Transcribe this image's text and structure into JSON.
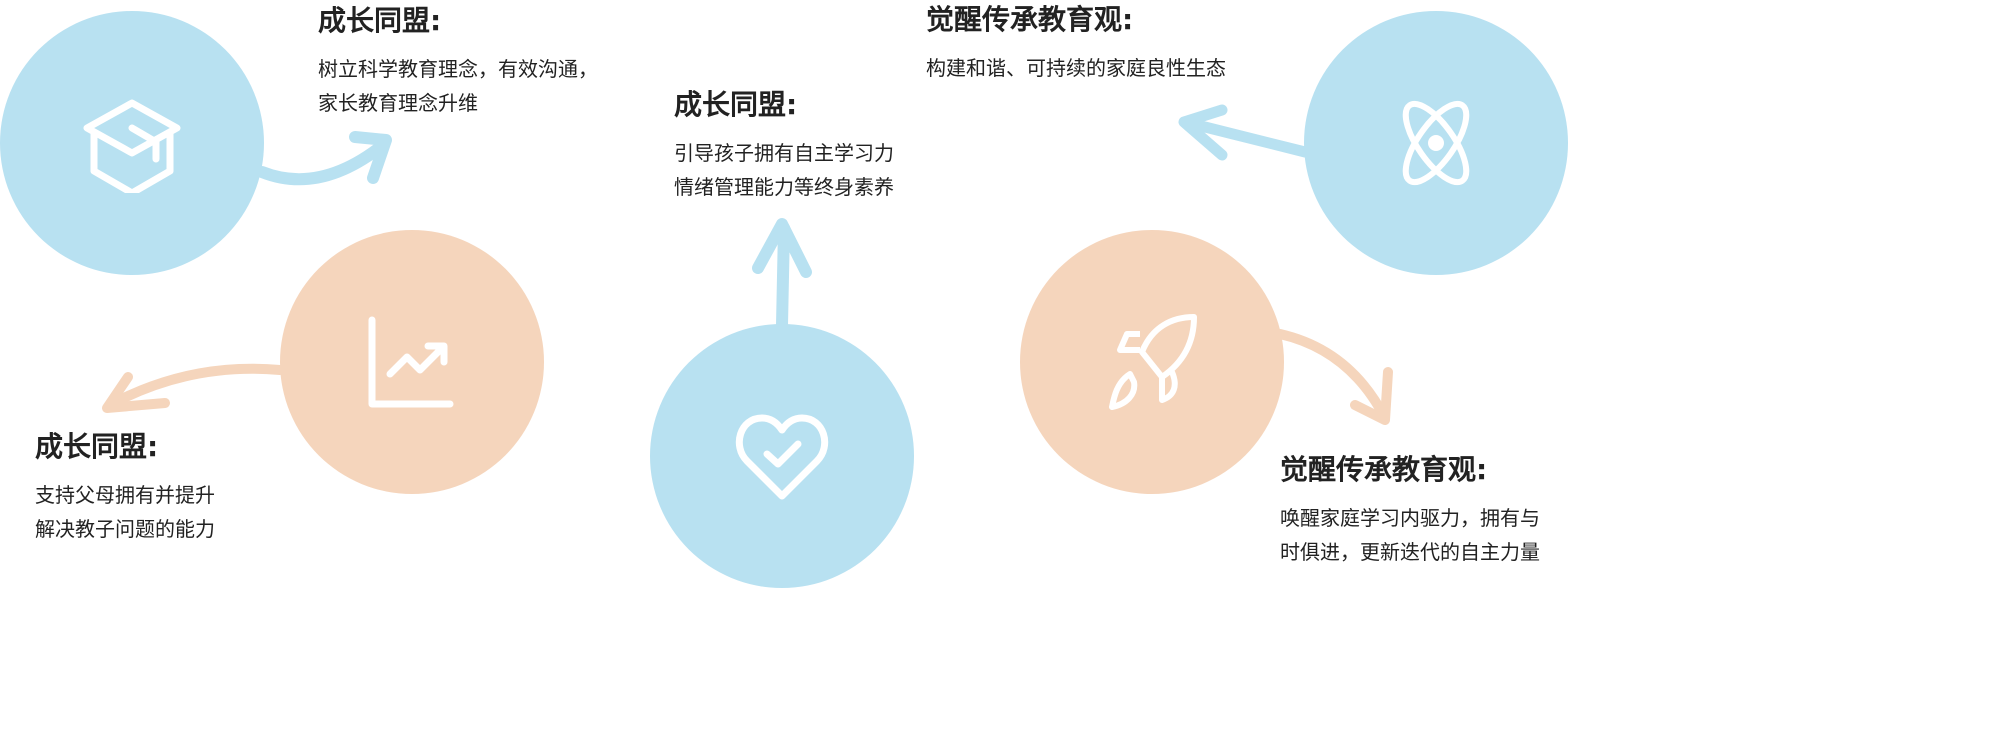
{
  "colors": {
    "blue": "#b8e1f1",
    "peach": "#f5d5bc",
    "text": "#222222"
  },
  "nodes": [
    {
      "icon": "graduation-cap-icon",
      "title": "成长同盟:",
      "lines": [
        "树立科学教育理念，有效沟通，",
        "家长教育理念升维"
      ]
    },
    {
      "icon": "chart-trend-icon",
      "title": "成长同盟:",
      "lines": [
        "支持父母拥有并提升",
        "解决教子问题的能力"
      ]
    },
    {
      "icon": "heart-check-icon",
      "title": "成长同盟:",
      "lines": [
        "引导孩子拥有自主学习力",
        "情绪管理能力等终身素养"
      ]
    },
    {
      "icon": "atom-icon",
      "title": "觉醒传承教育观:",
      "lines": [
        "构建和谐、可持续的家庭良性生态"
      ]
    },
    {
      "icon": "rocket-icon",
      "title": "觉醒传承教育观:",
      "lines": [
        "唤醒家庭学习内驱力，拥有与",
        "时俱进，更新迭代的自主力量"
      ]
    }
  ]
}
